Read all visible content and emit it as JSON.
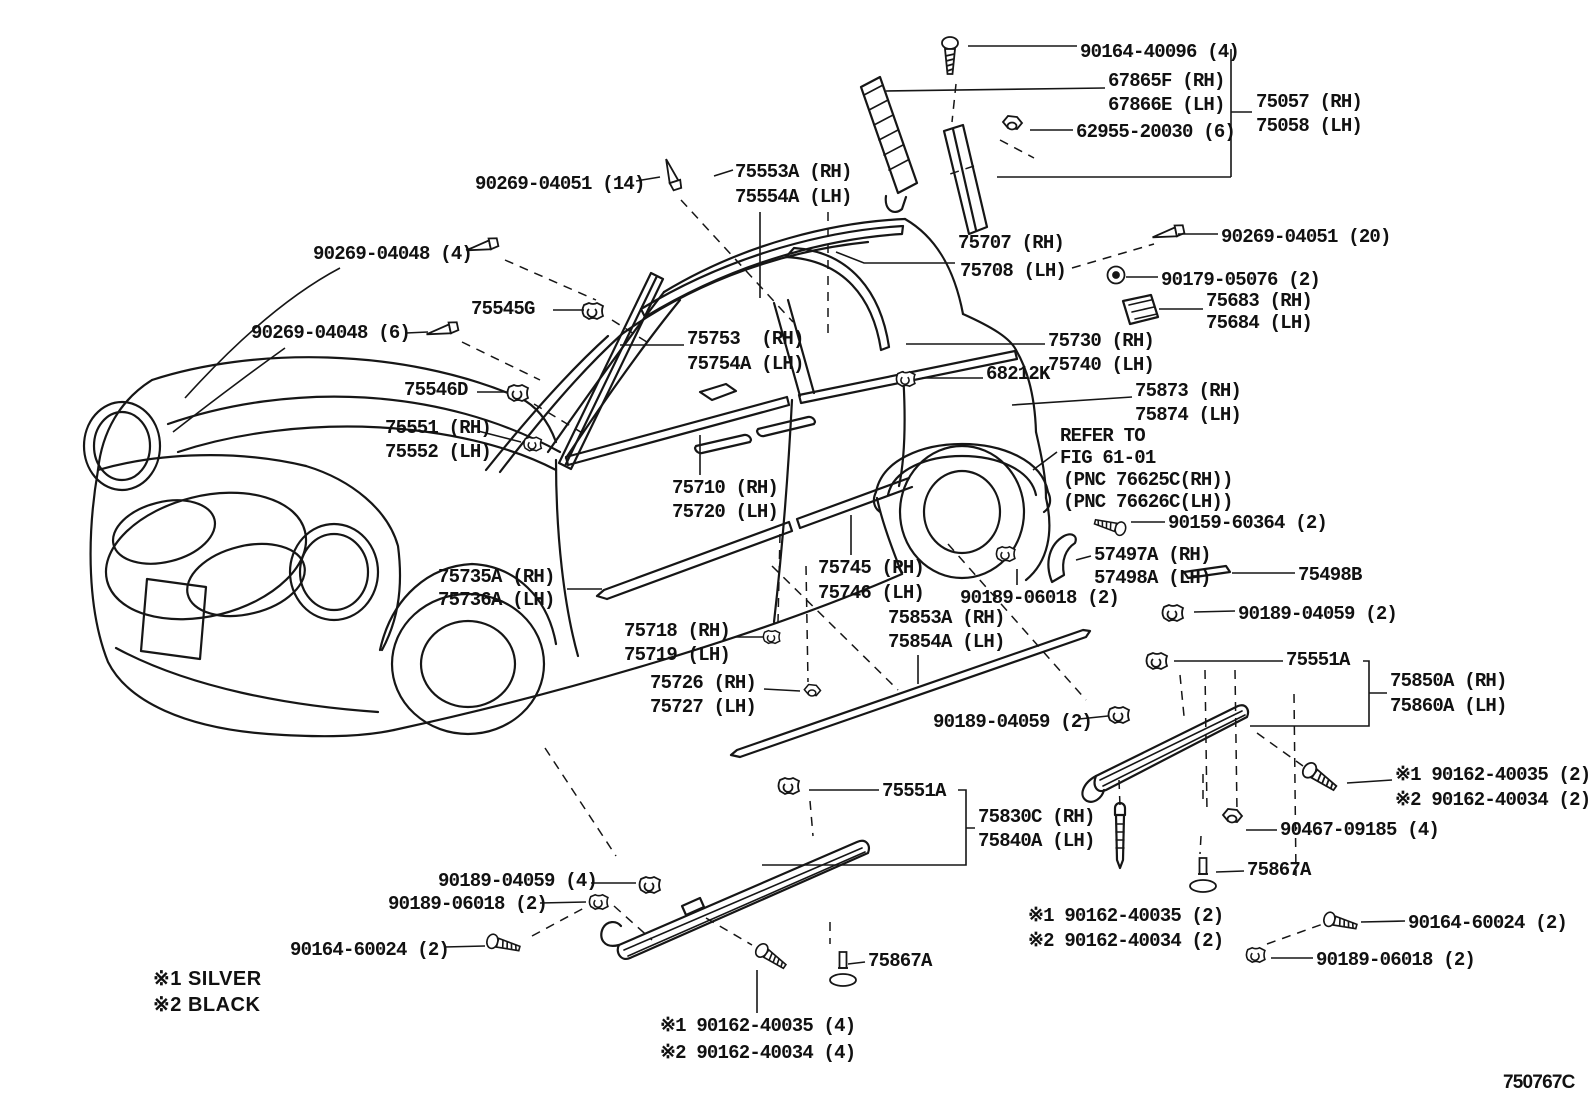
{
  "diagram": {
    "code": "750767C",
    "title_hint": "side-moulding-parts-diagram",
    "legend": {
      "note1": "※1 SILVER",
      "note2": "※2 BLACK"
    },
    "labels": [
      {
        "text": "90164-40096 (4)"
      },
      {
        "text": "67865F (RH)"
      },
      {
        "text": "67866E (LH)"
      },
      {
        "text": "62955-20030 (6)"
      },
      {
        "text": "75057 (RH)"
      },
      {
        "text": "75058 (LH)"
      },
      {
        "text": "90269-04051 (14)"
      },
      {
        "text": "75553A (RH)"
      },
      {
        "text": "75554A (LH)"
      },
      {
        "text": "75707 (RH)"
      },
      {
        "text": "75708 (LH)"
      },
      {
        "text": "90269-04051 (20)"
      },
      {
        "text": "90179-05076 (2)"
      },
      {
        "text": "75683 (RH)"
      },
      {
        "text": "75684 (LH)"
      },
      {
        "text": "90269-04048 (4)"
      },
      {
        "text": "75545G"
      },
      {
        "text": "90269-04048 (6)"
      },
      {
        "text": "75753  (RH)"
      },
      {
        "text": "75754A (LH)"
      },
      {
        "text": "75730 (RH)"
      },
      {
        "text": "75740 (LH)"
      },
      {
        "text": "68212K"
      },
      {
        "text": "75546D"
      },
      {
        "text": "75873 (RH)"
      },
      {
        "text": "75874 (LH)"
      },
      {
        "text": "75551 (RH)"
      },
      {
        "text": "75552 (LH)"
      },
      {
        "text": "REFER TO"
      },
      {
        "text": "FIG 61-01"
      },
      {
        "text": "(PNC 76625C(RH))"
      },
      {
        "text": "(PNC 76626C(LH))"
      },
      {
        "text": "75710 (RH)"
      },
      {
        "text": "75720 (LH)"
      },
      {
        "text": "90159-60364 (2)"
      },
      {
        "text": "57497A (RH)"
      },
      {
        "text": "57498A (LH)"
      },
      {
        "text": "75498B"
      },
      {
        "text": "75735A (RH)"
      },
      {
        "text": "75736A (LH)"
      },
      {
        "text": "75745 (RH)"
      },
      {
        "text": "75746 (LH)"
      },
      {
        "text": "90189-06018 (2)"
      },
      {
        "text": "75853A (RH)"
      },
      {
        "text": "75854A (LH)"
      },
      {
        "text": "90189-04059 (2)"
      },
      {
        "text": "75718 (RH)"
      },
      {
        "text": "75719 (LH)"
      },
      {
        "text": "75551A"
      },
      {
        "text": "75850A (RH)"
      },
      {
        "text": "75860A (LH)"
      },
      {
        "text": "75726 (RH)"
      },
      {
        "text": "75727 (LH)"
      },
      {
        "text": "90189-04059 (2)"
      },
      {
        "text": "※1 90162-40035 (2)"
      },
      {
        "text": "※2 90162-40034 (2)"
      },
      {
        "text": "75551A"
      },
      {
        "text": "75830C (RH)"
      },
      {
        "text": "75840A (LH)"
      },
      {
        "text": "90467-09185 (4)"
      },
      {
        "text": "75867A"
      },
      {
        "text": "90189-04059 (4)"
      },
      {
        "text": "90189-06018 (2)"
      },
      {
        "text": "90164-60024 (2)"
      },
      {
        "text": "※1 90162-40035 (2)"
      },
      {
        "text": "※2 90162-40034 (2)"
      },
      {
        "text": "90164-60024 (2)"
      },
      {
        "text": "90189-06018 (2)"
      },
      {
        "text": "75867A"
      },
      {
        "text": "※1 SILVER"
      },
      {
        "text": "※2 BLACK"
      },
      {
        "text": "※1 90162-40035 (4)"
      },
      {
        "text": "※2 90162-40034 (4)"
      },
      {
        "text": "750767C"
      }
    ]
  }
}
